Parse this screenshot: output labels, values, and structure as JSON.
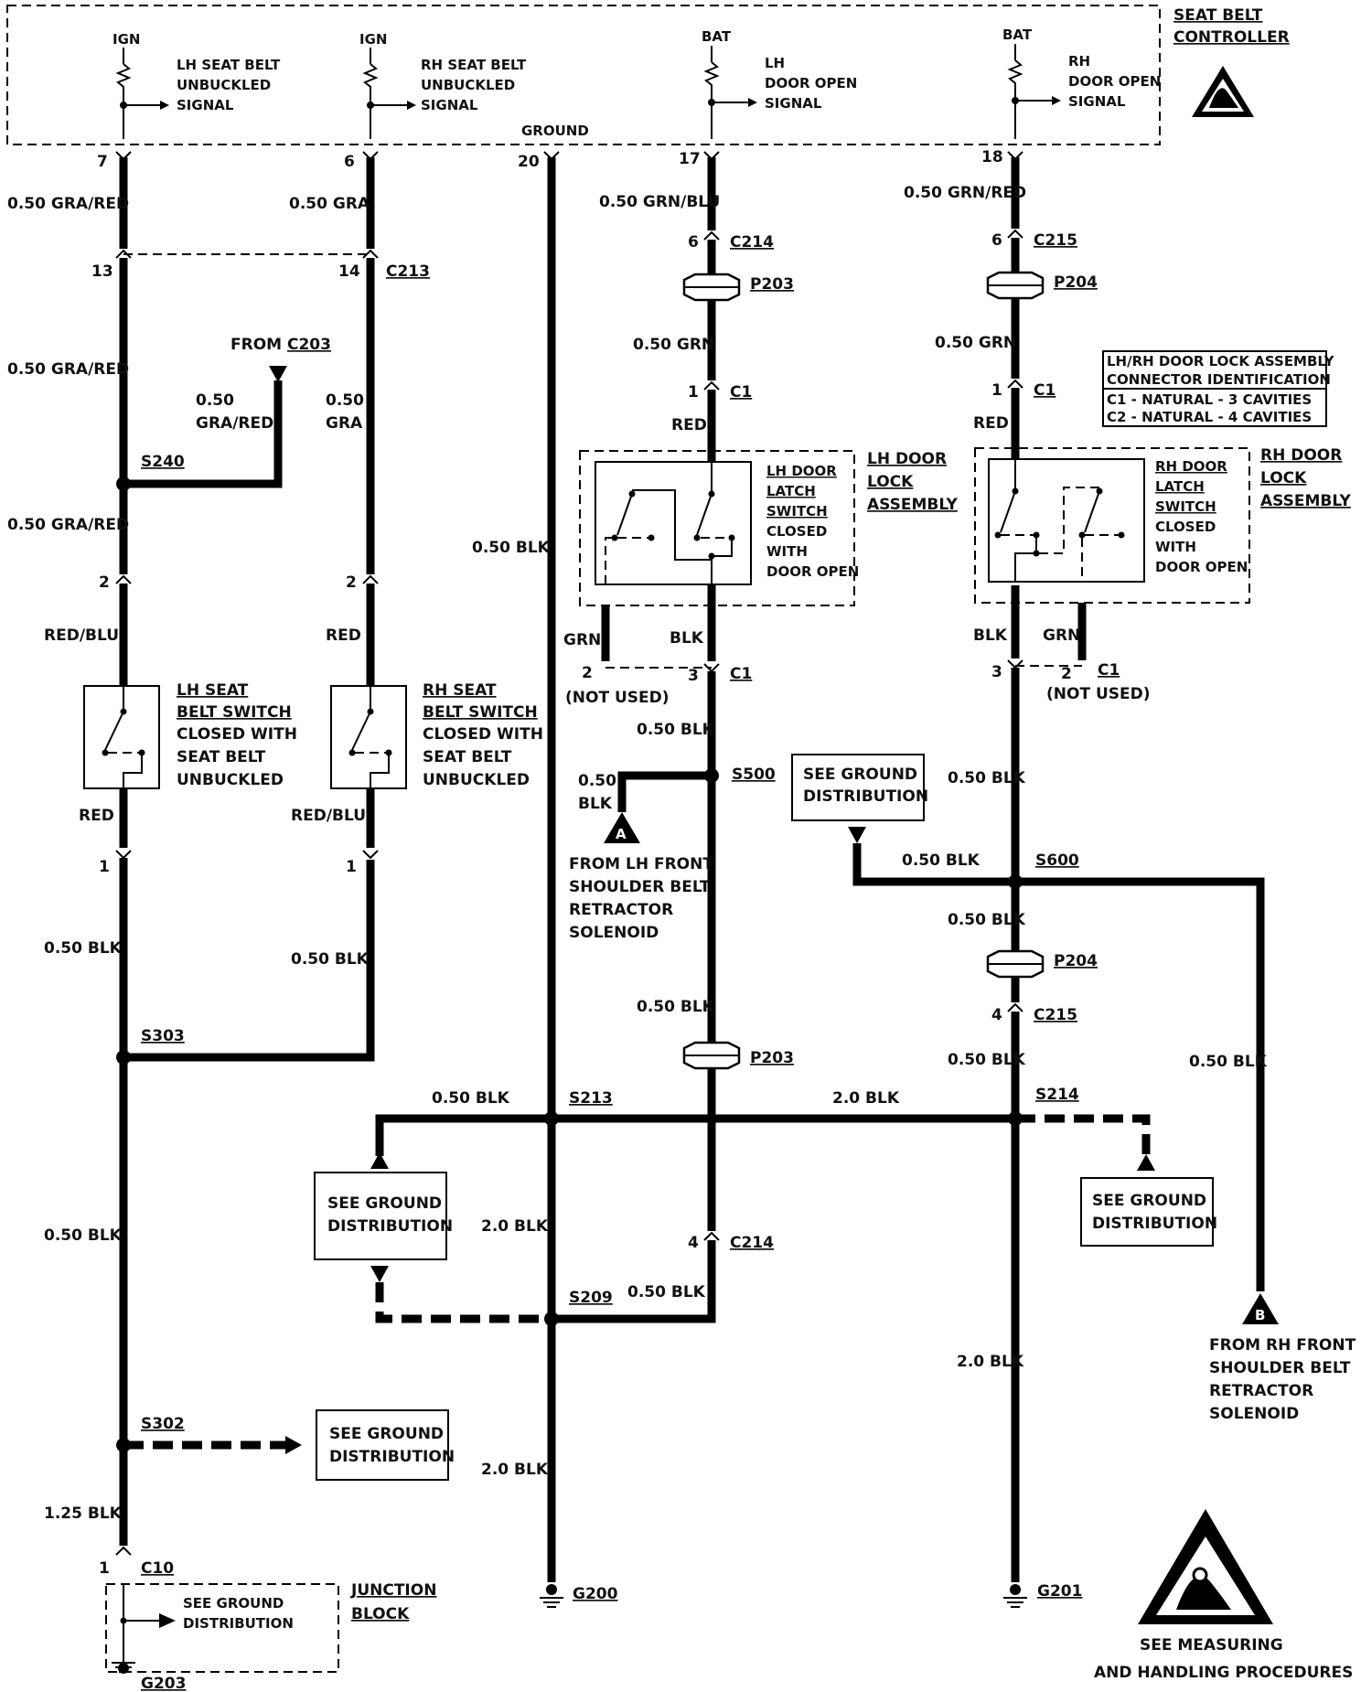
{
  "controller": {
    "title_line1": "SEAT BELT",
    "title_line2": "CONTROLLER",
    "signals": [
      {
        "supply": "IGN",
        "lines": [
          "LH SEAT BELT",
          "UNBUCKLED",
          "SIGNAL"
        ],
        "pin": "7"
      },
      {
        "supply": "IGN",
        "lines": [
          "RH SEAT BELT",
          "UNBUCKLED",
          "SIGNAL"
        ],
        "pin": "6"
      },
      {
        "supply": "BAT",
        "lines": [
          "LH",
          "DOOR OPEN",
          "SIGNAL"
        ],
        "pin": "17"
      },
      {
        "supply": "BAT",
        "lines": [
          "RH",
          "DOOR OPEN",
          "SIGNAL"
        ],
        "pin": "18"
      }
    ],
    "ground_label": "GROUND",
    "ground_pin": "20"
  },
  "wires": {
    "w_c1_top": "0.50 GRA/RED",
    "w_c2_top": "0.50 GRA",
    "w_c4_top": "0.50 GRN/BLU",
    "w_c5_top": "0.50 GRN/RED",
    "w_c1_mid": "0.50 GRA/RED",
    "w_c1_s240": "0.50 GRA/RED",
    "w_c1_redblu": "RED/BLU",
    "w_c1_red": "RED",
    "w_c1_blk1": "0.50 BLK",
    "w_c1_blk2": "0.50 BLK",
    "w_c1_125": "1.25 BLK",
    "w_c2_red": "RED",
    "w_c2_redblu": "RED/BLU",
    "w_c2_blk": "0.50 BLK",
    "w_from_c203_1": "0.50",
    "w_from_c203_2": "GRA/RED",
    "w_c2_050": "0.50",
    "w_c2_gra": "GRA",
    "w_gnd_mid": "0.50 BLK",
    "w_gnd_20a": "2.0 BLK",
    "w_gnd_20b": "2.0 BLK",
    "w_c4_grn": "0.50 GRN",
    "w_c4_red": "RED",
    "w_c4_grn2": "GRN",
    "w_c4_blk": "BLK",
    "w_c4_050blk": "0.50 BLK",
    "w_s500_050": "0.50",
    "w_s500_blk": "BLK",
    "w_c4_050blk2": "0.50 BLK",
    "w_s209": "0.50 BLK",
    "w_s213_left": "0.50 BLK",
    "w_s213_right": "2.0 BLK",
    "w_c5_grn": "0.50 GRN",
    "w_c5_red": "RED",
    "w_c5_blk": "BLK",
    "w_c5_grn2": "GRN",
    "w_c5_050blk": "0.50 BLK",
    "w_s600_left": "0.50 BLK",
    "w_c5_050blk2": "0.50 BLK",
    "w_c5_050blk3": "0.50 BLK",
    "w_c5_20blk": "2.0 BLK",
    "w_b_blk": "0.50 BLK"
  },
  "connectors": {
    "c213": "C213",
    "c213_p1": "13",
    "c213_p2": "14",
    "c214": "C214",
    "c214_p": "6",
    "c214_b": "C214",
    "c214_bp": "4",
    "c215": "C215",
    "c215_p": "6",
    "c215_b": "C215",
    "c215_bp": "4",
    "p203": "P203",
    "p203_b": "P203",
    "p204": "P204",
    "p204_b": "P204",
    "c1_lh": "C1",
    "c1_lh_p": "1",
    "c1_lh_b": "C1",
    "c1_lh_bp3": "3",
    "c1_lh_bp2": "2",
    "c1_rh": "C1",
    "c1_rh_p": "1",
    "c1_rh_b": "C1",
    "c1_rh_bp3": "3",
    "c1_rh_bp2": "2",
    "not_used_l": "(NOT USED)",
    "not_used_r": "(NOT USED)",
    "pin2_l": "2",
    "pin2_r": "2",
    "pin1_l": "1",
    "pin1_r": "1",
    "c10": "C10",
    "c10_p": "1",
    "from_c203_pre": "FROM ",
    "from_c203": "C203"
  },
  "splices": {
    "s240": "S240",
    "s303": "S303",
    "s302": "S302",
    "s213": "S213",
    "s209": "S209",
    "s500": "S500",
    "s600": "S600",
    "s214": "S214"
  },
  "grounds": {
    "g200": "G200",
    "g201": "G201",
    "g203": "G203"
  },
  "components": {
    "lh_seat_switch": [
      "LH SEAT",
      "BELT SWITCH",
      "CLOSED WITH",
      "SEAT BELT",
      "UNBUCKLED"
    ],
    "rh_seat_switch": [
      "RH SEAT",
      "BELT SWITCH",
      "CLOSED WITH",
      "SEAT BELT",
      "UNBUCKLED"
    ],
    "lh_latch": [
      "LH DOOR",
      "LATCH",
      "SWITCH",
      "CLOSED",
      "WITH",
      "DOOR OPEN"
    ],
    "rh_latch": [
      "RH DOOR",
      "LATCH",
      "SWITCH",
      "CLOSED",
      "WITH",
      "DOOR OPEN"
    ],
    "lh_lock": [
      "LH DOOR",
      "LOCK",
      "ASSEMBLY"
    ],
    "rh_lock": [
      "RH DOOR",
      "LOCK",
      "ASSEMBLY"
    ],
    "conn_id": [
      "LH/RH DOOR LOCK ASSEMBLY",
      "CONNECTOR IDENTIFICATION",
      "C1 - NATURAL - 3 CAVITIES",
      "C2 - NATURAL - 4 CAVITIES"
    ],
    "junction_block": [
      "JUNCTION",
      "BLOCK"
    ],
    "jb_ground": [
      "SEE GROUND",
      "DISTRIBUTION"
    ]
  },
  "refs": {
    "gd_s600": [
      "SEE GROUND",
      "DISTRIBUTION"
    ],
    "gd_s213": [
      "SEE GROUND",
      "DISTRIBUTION"
    ],
    "gd_s214": [
      "SEE GROUND",
      "DISTRIBUTION"
    ],
    "gd_s302": [
      "SEE GROUND",
      "DISTRIBUTION"
    ],
    "a_label": "A",
    "a_text": [
      "FROM LH FRONT",
      "SHOULDER BELT",
      "RETRACTOR",
      "SOLENOID"
    ],
    "b_label": "B",
    "b_text": [
      "FROM RH FRONT",
      "SHOULDER BELT",
      "RETRACTOR",
      "SOLENOID"
    ],
    "esd_text": [
      "SEE MEASURING",
      "AND HANDLING PROCEDURES"
    ]
  }
}
